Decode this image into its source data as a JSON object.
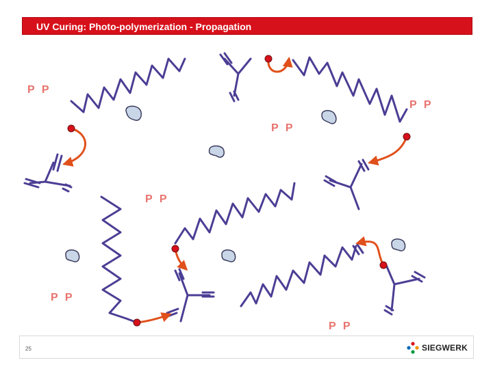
{
  "header": {
    "title": "UV Curing: Photo-polymerization - Propagation"
  },
  "footer": {
    "page_number": "25",
    "brand_name": "SIEGWERK"
  },
  "diagram": {
    "pp_labels": [
      "P P",
      "P P",
      "P P",
      "P P",
      "P P",
      "P P"
    ]
  },
  "colors": {
    "title_bar": "#d7111b",
    "chain": "#4b3e94",
    "reactive_arrow": "#e0501b",
    "radical_dot": "#d7111b",
    "pp_label": "#e8736d",
    "photoinitiator_fill": "#c9d6e8"
  },
  "icons": [
    "siegwerk-logo-icon",
    "photoinitiator-blob-icon",
    "radical-dot-icon",
    "arrow-icon"
  ]
}
